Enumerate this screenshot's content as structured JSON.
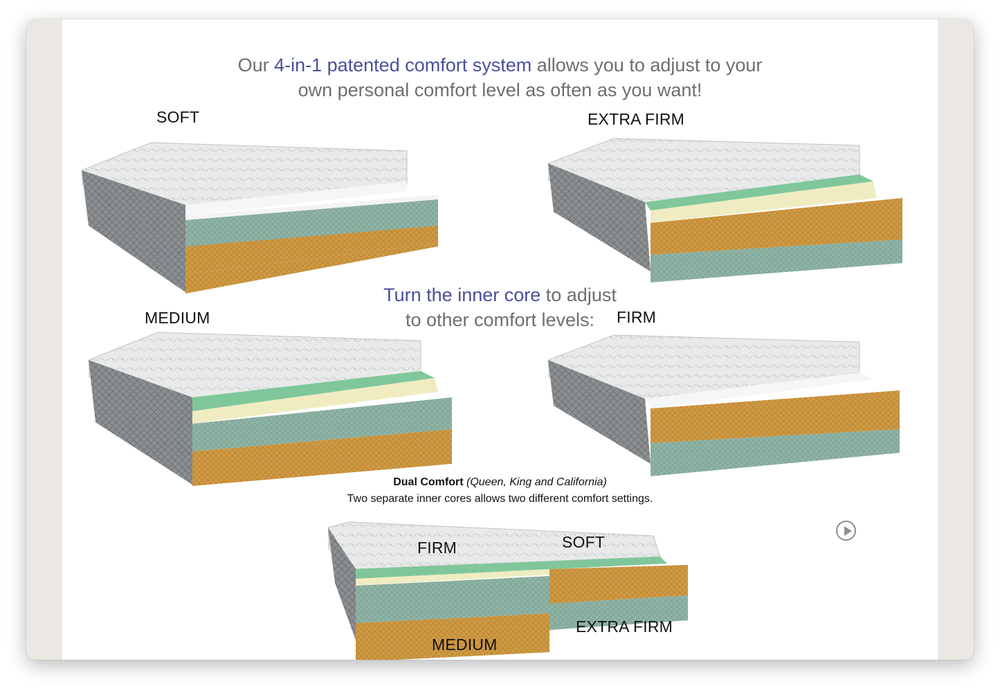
{
  "intro": {
    "prefix": "Our ",
    "highlight": "4-in-1 patented comfort system",
    "suffix": " allows you to adjust to your",
    "line2": "own personal comfort level as often as you want!"
  },
  "turn": {
    "highlight": "Turn the inner core",
    "suffix": " to adjust",
    "line2": "to other comfort levels:"
  },
  "labels": {
    "soft": "SOFT",
    "extra_firm": "EXTRA FIRM",
    "medium": "MEDIUM",
    "firm": "FIRM"
  },
  "dual": {
    "title": "Dual Comfort",
    "subtitle": "(Queen, King and California)",
    "description": "Two separate inner cores allows two different comfort settings.",
    "firm": "FIRM",
    "soft": "SOFT",
    "medium": "MEDIUM",
    "extra_firm": "EXTRA FIRM"
  },
  "icons": {
    "play": "play-circle-icon"
  },
  "colors": {
    "accent": "#4b4f9a",
    "text_gray": "#6d6e72",
    "foam_teal": "#8fb4a6",
    "foam_orange": "#cf9a43",
    "foam_green": "#7fc79b",
    "foam_cream": "#f0ecc2"
  }
}
